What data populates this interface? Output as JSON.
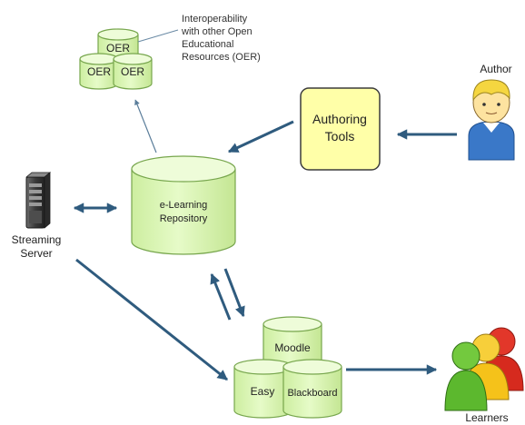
{
  "oer": {
    "node_label": "OER",
    "note_lines": [
      "Interoperability",
      "with other Open",
      "Educational",
      "Resources (OER)"
    ]
  },
  "author": {
    "label": "Author"
  },
  "authoring_tools": {
    "lines": [
      "Authoring",
      "Tools"
    ]
  },
  "repository": {
    "lines": [
      "e-Learning",
      "Repository"
    ]
  },
  "streaming": {
    "lines": [
      "Streaming",
      "Server"
    ]
  },
  "lms": {
    "moodle": "Moodle",
    "easy": "Easy",
    "blackboard": "Blackboard"
  },
  "learners": {
    "label": "Learners"
  },
  "colors": {
    "cylinder_fill": "#dcf8b6",
    "cylinder_top": "#eefcd9",
    "cylinder_stroke": "#77a64d",
    "arrow": "#2f5b7e",
    "tools_fill": "#ffffa8",
    "tools_stroke": "#3c3c3c"
  }
}
